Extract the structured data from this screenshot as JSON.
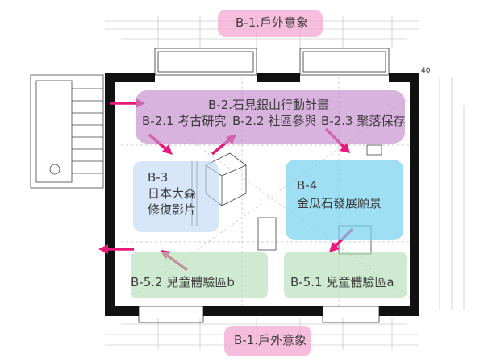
{
  "zones": {
    "outdoor_top": "B-1.戶外意象",
    "action_plan": "B-2.石見銀山行動計畫",
    "archaeology": "B-2.1 考古研究",
    "community": "B-2.2 社區參與",
    "settlement": "B-2.3 聚落保存",
    "film_code": "B-3",
    "film_line1": "日本大森",
    "film_line2": "修復影片",
    "vision_code": "B-4",
    "vision_text": "金瓜石發展願景",
    "kids_b": "B-5.2 兒童體驗區b",
    "kids_a": "B-5.1 兒童體驗區a",
    "outdoor_bottom": "B-1.戶外意象"
  },
  "plan_labels": {
    "corner_tag": "40"
  },
  "colors": {
    "arrow": "#e8197a",
    "pink_zone": "#f4aad4",
    "purple_zone": "#c48ccc",
    "blue_zone": "#bed6f4",
    "cyan_zone": "#78d2f0",
    "green_zone": "#b0deb4",
    "wall": "#111111"
  }
}
